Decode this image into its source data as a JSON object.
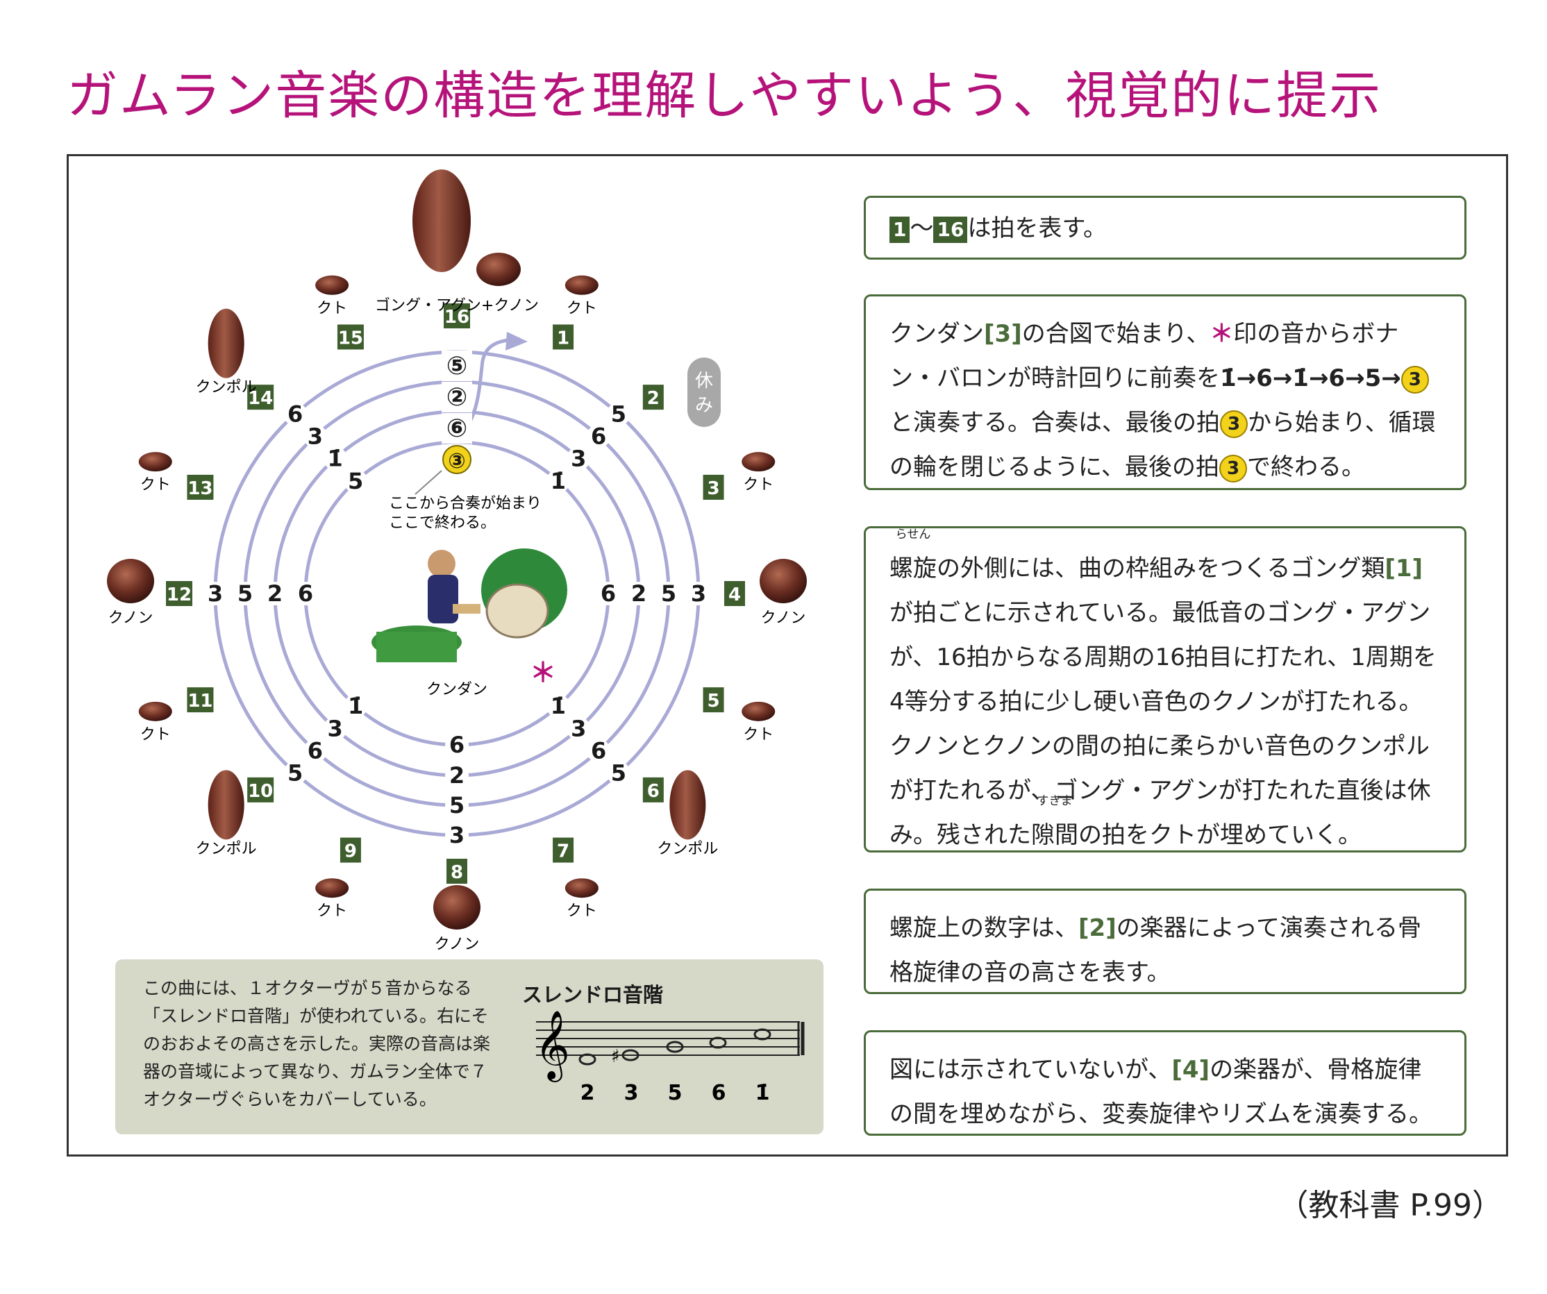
{
  "title": "ガムラン音楽の構造を理解しやすいよう、視覚的に提示",
  "footer": "（教科書 P.99）",
  "diagram": {
    "top_label": "ゴング・アグン+クノン",
    "center_label": "クンダン",
    "start_note": "ここから合奏が始まり\nここで終わる。",
    "rest_label": "休み",
    "asterisk": "＊",
    "beats": [
      {
        "n": "1",
        "inst": "クト"
      },
      {
        "n": "2",
        "inst": ""
      },
      {
        "n": "3",
        "inst": "クト"
      },
      {
        "n": "4",
        "inst": "クノン"
      },
      {
        "n": "5",
        "inst": "クト"
      },
      {
        "n": "6",
        "inst": "クンポル"
      },
      {
        "n": "7",
        "inst": "クト"
      },
      {
        "n": "8",
        "inst": "クノン"
      },
      {
        "n": "9",
        "inst": "クト"
      },
      {
        "n": "10",
        "inst": "クンポル"
      },
      {
        "n": "11",
        "inst": "クト"
      },
      {
        "n": "12",
        "inst": "クノン"
      },
      {
        "n": "13",
        "inst": "クト"
      },
      {
        "n": "14",
        "inst": "クンポル"
      },
      {
        "n": "15",
        "inst": "クト"
      },
      {
        "n": "16",
        "inst": ""
      }
    ],
    "top_column": [
      "⑤",
      "②",
      "⑥",
      "③"
    ],
    "right_row": [
      "6",
      "2",
      "5",
      "3"
    ],
    "left_row": [
      "3",
      "5",
      "2",
      "6"
    ],
    "bottom_column": [
      "6",
      "2",
      "5",
      "3"
    ],
    "upper_right_diag": [
      "1̇",
      "3",
      "6",
      "5"
    ],
    "upper_left_diag": [
      "5",
      "1̇",
      "3",
      "6"
    ],
    "lower_right_diag": [
      "1̇",
      "3",
      "6",
      "5"
    ],
    "lower_left_diag": [
      "1̇",
      "3",
      "6",
      "5"
    ]
  },
  "scale_panel": {
    "text": "この曲には、１オクターヴが５音からなる「スレンドロ音階」が使われている。右にそのおおよその高さを示した。実際の音高は楽器の音域によって異なり、ガムラン全体で７オクターヴぐらいをカバーしている。",
    "title": "スレンドロ音階",
    "notes": [
      "2",
      "3",
      "5",
      "6",
      "1̇"
    ]
  },
  "boxes": {
    "b1": {
      "beat_a": "1",
      "sep": "〜",
      "beat_b": "16",
      "text": "は拍を表す。"
    },
    "b2": {
      "p1": "クンダン",
      "ref": "[3]",
      "p2": "の合図で始まり、",
      "ast": "＊",
      "p3": "印の音からボナン・バロンが時計回りに前奏を",
      "seq": "1̇→6→1̇→6→5→",
      "three": "3",
      "p4": "と演奏する。合奏は、最後の拍",
      "three2": "3",
      "p5": "から始まり、循環の輪を閉じるように、最後の拍",
      "three3": "3",
      "p6": "で終わる。"
    },
    "b3": {
      "w1": "螺旋",
      "w1_ruby": "らせん",
      "p1": "の外側には、曲の枠組みをつくるゴング類",
      "ref": "[1]",
      "p2": "が拍ごとに示されている。最低音のゴング・アグンが、16拍からなる周期の16拍目に打たれ、1周期を4等分する拍に少し硬い音色のクノンが打たれる。クノンとクノンの間の拍に柔らかい音色のクンポルが打たれるが、ゴング・アグンが打たれた直後は休み。残された",
      "w2": "隙間",
      "w2_ruby": "すきま",
      "p3": "の拍をクトが埋めていく。"
    },
    "b4": {
      "p1": "螺旋上の数字は、",
      "ref": "[2]",
      "p2": "の楽器によって演奏される骨格旋律の音の高さを表す。"
    },
    "b5": {
      "p1": "図には示されていないが、",
      "ref": "[4]",
      "p2": "の楽器が、骨格旋律の間を埋めながら、変奏旋律やリズムを演奏する。"
    }
  },
  "colors": {
    "title": "#b5137a",
    "beat_badge": "#3f5e2e",
    "spiral": "#a9a9d6",
    "highlight": "#f2d21a"
  }
}
